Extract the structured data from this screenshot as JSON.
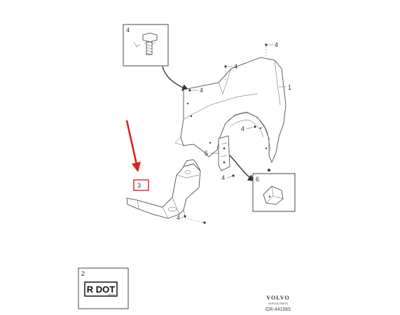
{
  "callouts": {
    "inset_screw_no": "4",
    "inset_clip_no": "6",
    "badge_no": "2",
    "fender": "1",
    "bracket": "3",
    "small_bracket": "5",
    "top_screw_1": "4",
    "top_screw_2": "4",
    "top_screw_3": "4",
    "mid_screw": "4",
    "small_bracket_screw": "4",
    "bracket_screw": "4"
  },
  "badge": {
    "main_text": "R DOT",
    "sub_text": "VOLVO"
  },
  "brand": {
    "logo": "VOLVO",
    "sub": "SERVICE PARTS",
    "drawing_no": "GR-441565"
  },
  "colors": {
    "arrow": "#e0201e",
    "highlight": "#e0201e",
    "ink": "#333333"
  }
}
